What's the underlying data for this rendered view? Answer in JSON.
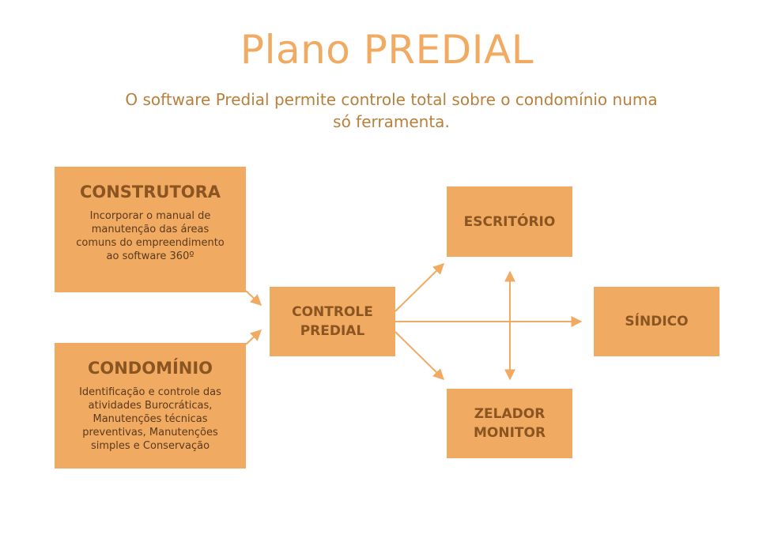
{
  "title": "Plano PREDIAL",
  "subtitle": "O software Predial permite controle total sobre o condomínio numa só ferramenta.",
  "nodes": {
    "construtora": {
      "title": "CONSTRUTORA",
      "description": "Incorporar o manual de manutenção das áreas comuns do empreendimento ao software 360º"
    },
    "condominio": {
      "title": "CONDOMÍNIO",
      "description": "Identificação e controle das atividades Burocráticas, Manutenções técnicas preventivas, Manutenções simples e Conservação"
    },
    "controle_predial": {
      "label": "CONTROLE PREDIAL"
    },
    "escritorio": {
      "label": "ESCRITÓRIO"
    },
    "sindico": {
      "label": "SÍNDICO"
    },
    "zelador_monitor": {
      "label": "ZELADOR MONITOR"
    }
  },
  "colors": {
    "box_fill": "#f0aa62",
    "title": "#f0aa62",
    "subtitle": "#b8803c",
    "box_heading": "#8a5520",
    "arrow": "#f0aa62"
  }
}
